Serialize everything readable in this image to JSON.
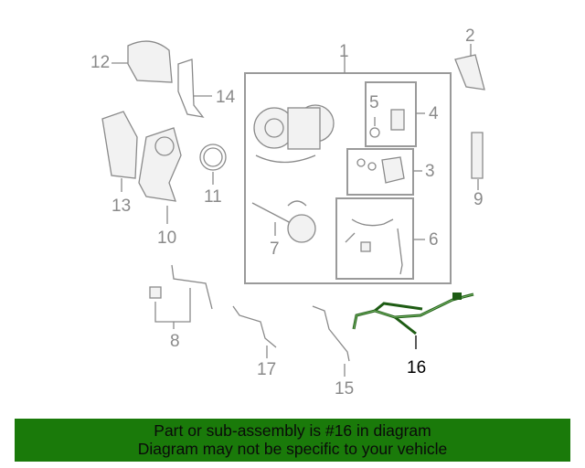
{
  "diagram": {
    "callouts": [
      "1",
      "2",
      "3",
      "4",
      "5",
      "6",
      "7",
      "8",
      "9",
      "10",
      "11",
      "12",
      "13",
      "14",
      "15",
      "16",
      "17"
    ],
    "highlighted_part": "16",
    "highlight_color": "#1e5c14"
  },
  "banner": {
    "line1": "Part or sub-assembly is #16 in diagram",
    "line2": "Diagram may not be specific to your vehicle",
    "background": "#1a7a0a"
  }
}
